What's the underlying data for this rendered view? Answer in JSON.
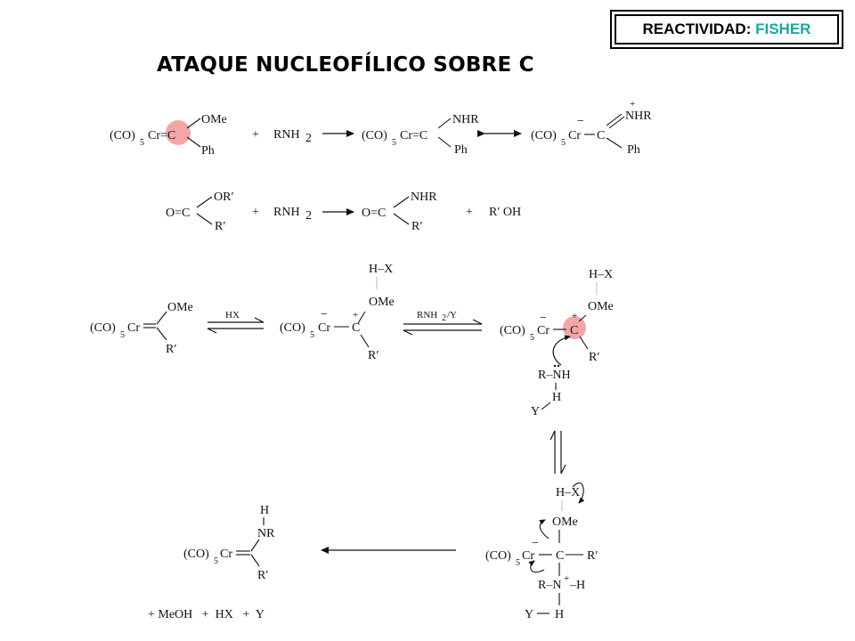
{
  "badge": {
    "label": "REACTIVIDAD:",
    "value": "FISHER"
  },
  "title": "ATAQUE NUCLEOFÍLICO SOBRE C",
  "colors": {
    "accent": "#1aa89a",
    "highlight": "#f4a6a6"
  },
  "labels": {
    "co": "(CO)",
    "five": "5",
    "cr": "Cr",
    "cr_eq_c": "Cr=C",
    "c": "C",
    "ome": "OMe",
    "ph": "Ph",
    "plus": "+",
    "minus": "−",
    "rnh": "RNH",
    "two": "2",
    "nhr": "NHR",
    "nhr_plus": "NHR",
    "or_prime": "OR′",
    "o_eq_c": "O=C",
    "r_prime": "R′",
    "rprime_oh": "R′ OH",
    "h_x": "H–X",
    "hx": "HX",
    "rnh2_y": "RNH",
    "slash_y": "/Y",
    "r_nh": "R–NH",
    "h": "H",
    "y": "Y",
    "nr": "NR",
    "r_n": "R–N",
    "n_plus": "+",
    "dash_h": "–H",
    "byproducts": "+ MeOH   +  HX   +  Y"
  }
}
